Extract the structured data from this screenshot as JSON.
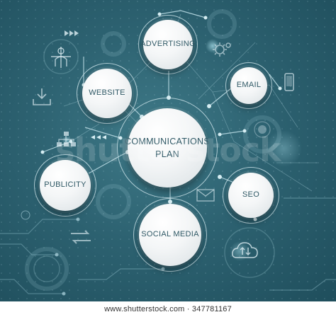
{
  "diagram": {
    "center": {
      "line1": "COMMUNICATIONS",
      "line2": "PLAN"
    },
    "nodes": {
      "advertising": "ADVERTISING",
      "website": "WEBSITE",
      "email": "EMAIL",
      "publicity": "PUBLICITY",
      "seo": "SEO",
      "social_media": "SOCIAL MEDIA"
    }
  },
  "watermark": "shutterstock",
  "footer": {
    "text": "www.shutterstock.com · 347781167"
  },
  "colors": {
    "background": "#2d6271",
    "node_text": "#2f5865",
    "line": "#a9cdd6"
  },
  "icons": [
    "person-target-icon",
    "gear-icon",
    "download-tray-icon",
    "org-chart-icon",
    "mobile-phone-icon",
    "envelope-icon",
    "cloud-transfer-icon",
    "cycle-arrows-icon",
    "satellite-icon",
    "play-arrows-icon"
  ]
}
